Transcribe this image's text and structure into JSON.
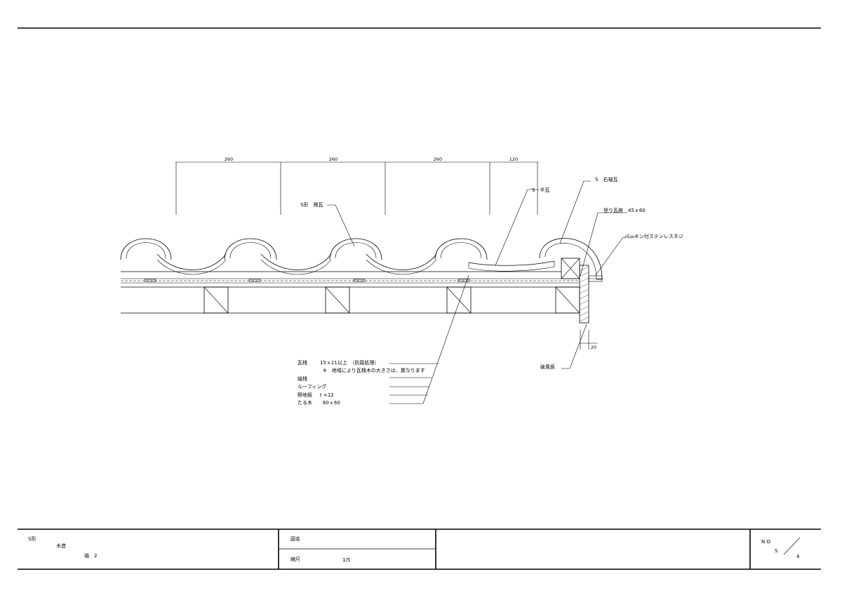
{
  "dimensions": [
    "260",
    "260",
    "260",
    "120",
    "20"
  ],
  "callouts": {
    "s_hira": "S形　桟瓦",
    "s_han": "S　半瓦",
    "s_sode": "S　右袖瓦",
    "nobori": "登り瓦座　45ｘ60",
    "packing": "パッキン付ステンレスネジ",
    "hafu": "破風板"
  },
  "layers": {
    "kawarasan": "瓦桟",
    "kawarasan_spec": "15ｘ21以上　（防腐処理）",
    "note": "※　地域により瓦桟木の大きさは、異なります",
    "tatesan": "縦桟",
    "roofing": "ルーフィング",
    "nojiita": "野地板",
    "nojiita_spec": "t =12",
    "taruki": "たる木",
    "taruki_spec": "60ｘ60"
  },
  "titleblock": {
    "line1": "S形",
    "line2": "木造",
    "line3": "袖　2",
    "zumei_label": "図名",
    "scale_label": "縮尺",
    "scale_value": "1/5",
    "no_label": "N O",
    "no_series": "S",
    "no_number": "4"
  }
}
